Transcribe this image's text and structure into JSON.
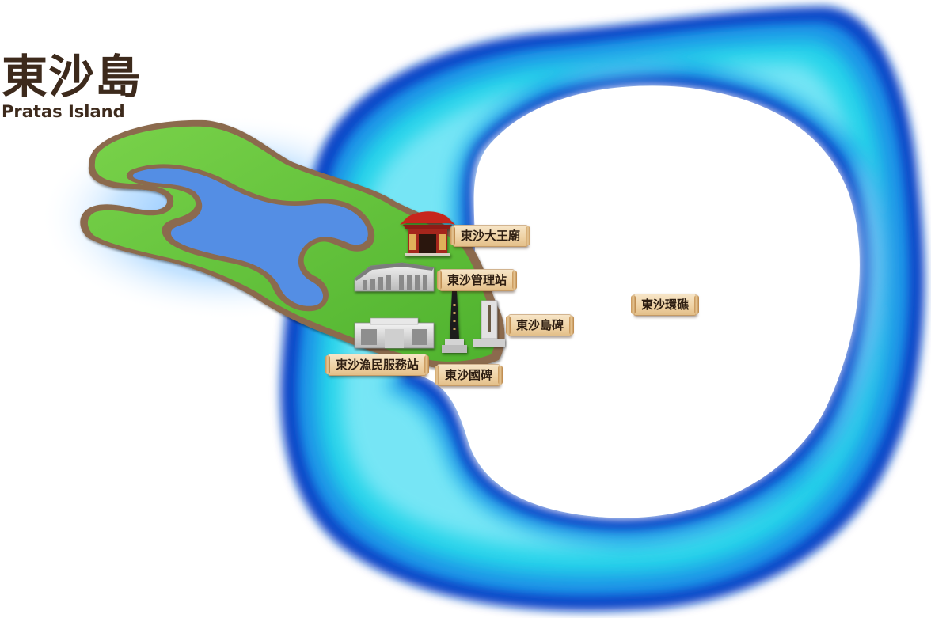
{
  "title": {
    "zh": "東沙島",
    "en": "Pratas Island"
  },
  "labels": {
    "temple": "東沙大王廟",
    "station": "東沙管理站",
    "island_stele": "東沙島碑",
    "fisher_station": "東沙漁民服務站",
    "national_stele": "東沙國碑",
    "atoll": "東沙環礁"
  },
  "icons": [
    "temple-icon",
    "station-building-icon",
    "fisher-service-building-icon",
    "national-stele-obelisk-icon",
    "island-stele-monument-icon"
  ],
  "colors": {
    "reef_deep": "#0a46c8",
    "reef_shallow": "#25e4ee",
    "reef_light": "#bff6ff",
    "land": "#5fc43a",
    "shore": "#8b6a4e",
    "label_bg": "#f2dcb6",
    "text": "#3d2a1c"
  }
}
